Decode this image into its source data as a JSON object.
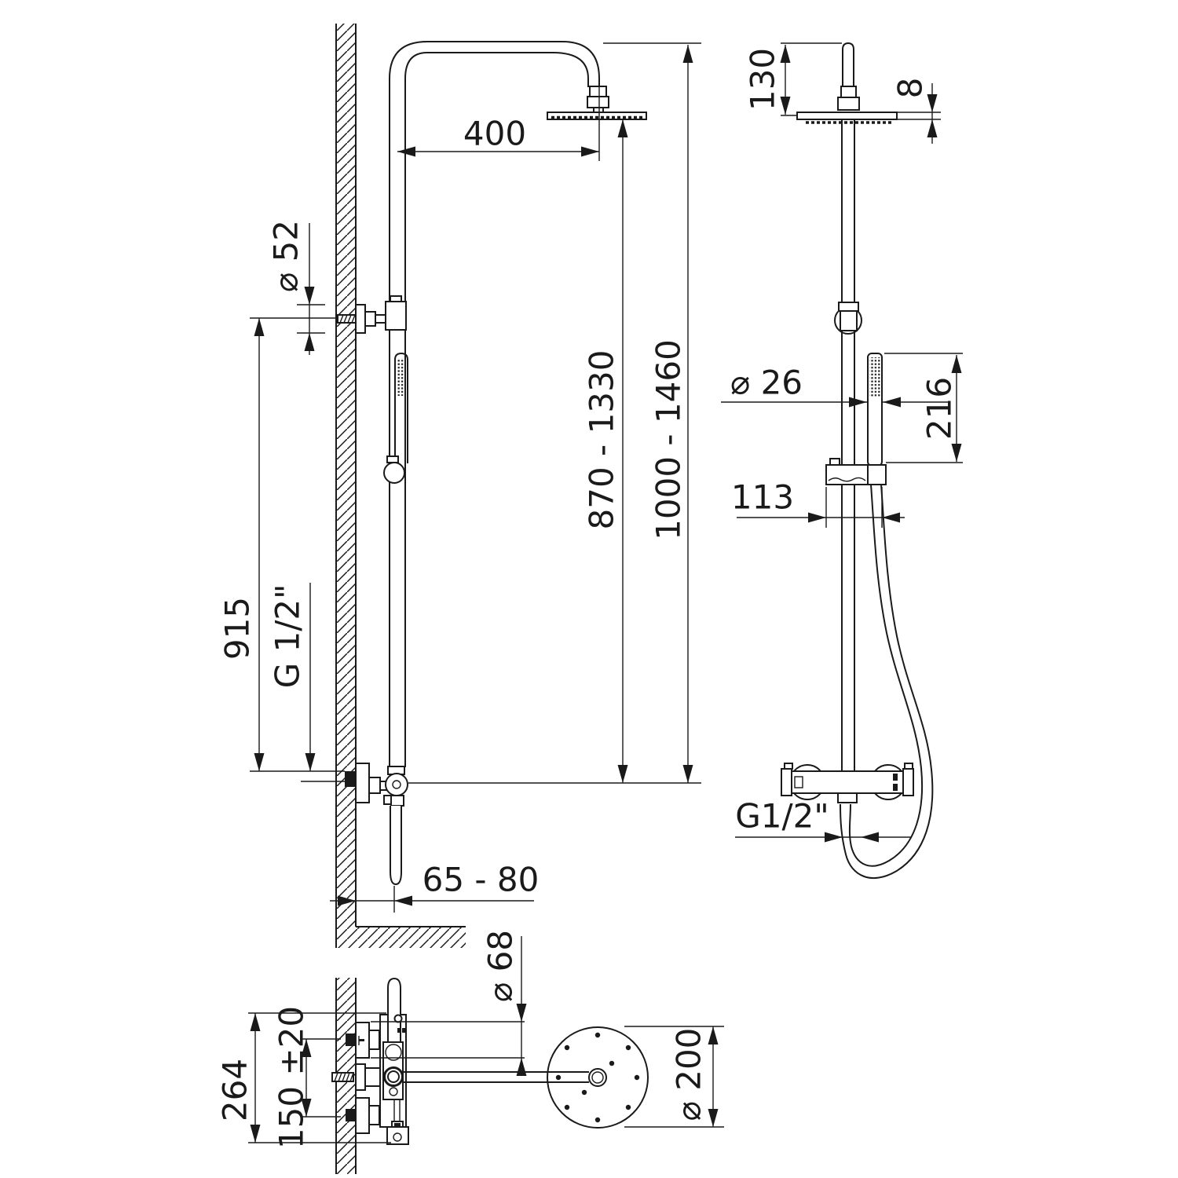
{
  "drawing": {
    "kind": "technical dimension drawing - thermostatic shower column (side, front, plan views)",
    "background_color": "#ffffff",
    "line_color": "#1a1a1a"
  },
  "dims": {
    "side": {
      "arm_reach": "400",
      "wall_bracket_diameter": "⌀ 52",
      "bracket_to_valve": "915",
      "inlet_thread": "G 1/2\"",
      "valve_to_head_range": "870 - 1330",
      "valve_to_top_range": "1000 - 1460",
      "wall_clearance_range": "65 - 80"
    },
    "front": {
      "head_offset": "130",
      "head_thickness": "8",
      "hand_shower_diameter": "⌀ 26",
      "hand_shower_length": "216",
      "holder_width": "113",
      "outlet_thread": "G1/2\""
    },
    "plan": {
      "valve_assembly_width": "264",
      "inlet_spacing": "150 ±20",
      "escutcheon_diameter": "⌀ 68",
      "head_diameter": "⌀ 200"
    }
  }
}
